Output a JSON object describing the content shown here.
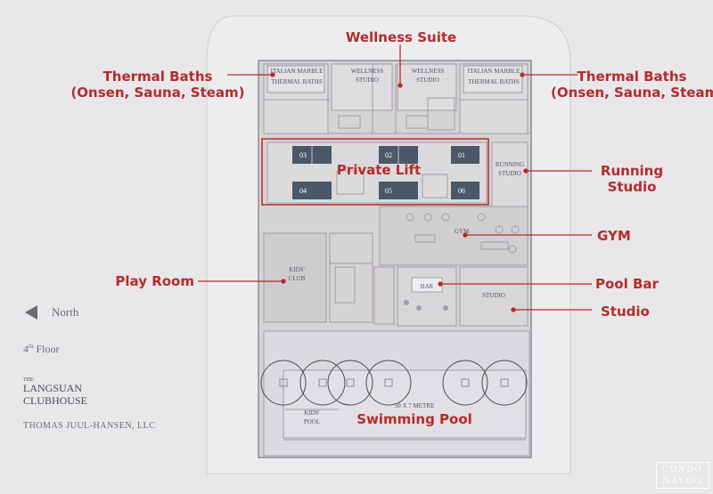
{
  "floor_plan": {
    "room_labels": {
      "thermal_left": [
        "ITALIAN MARBLE",
        "THERMAL BATHS"
      ],
      "thermal_right": [
        "ITALIAN MARBLE",
        "THERMAL BATHS"
      ],
      "wellness_left": [
        "WELLNESS",
        "STUDIO"
      ],
      "wellness_right": [
        "WELLNESS",
        "STUDIO"
      ],
      "lifts": [
        "03",
        "02",
        "01",
        "04",
        "05",
        "06"
      ],
      "running": [
        "RUNNING",
        "STUDIO"
      ],
      "gym": "GYM",
      "kids_club": [
        "KIDS'",
        "CLUB"
      ],
      "bar": "BAR",
      "studio": "STUDIO",
      "kids_pool": [
        "KIDS'",
        "POOL"
      ],
      "pool": "50 X 7 METRE"
    }
  },
  "callouts": {
    "wellness_suite": "Wellness Suite",
    "thermal_left": [
      "Thermal Baths",
      "(Onsen, Sauna, Steam)"
    ],
    "thermal_right": [
      "Thermal Baths",
      "(Onsen, Sauna, Steam)"
    ],
    "private_lift": "Private Lift",
    "running_studio": [
      "Running",
      "Studio"
    ],
    "gym": "GYM",
    "play_room": "Play Room",
    "pool_bar": "Pool Bar",
    "studio": "Studio",
    "swimming_pool": "Swimming Pool"
  },
  "sidebar": {
    "north": "North",
    "floor": "4",
    "floor_sup": "th",
    "floor_word": "Floor",
    "logo_the": "THE",
    "logo_line1": "LANGSUAN",
    "logo_line2": "CLUBHOUSE",
    "architect": "THOMAS JUUL-HANSEN, LLC"
  },
  "watermark": [
    "CONDO",
    "NAYOO"
  ],
  "colors": {
    "background": "#e9e7ea",
    "plan_fill": "#d6d3d6",
    "accent_red": "#b52b2b",
    "text_grey": "#6a6a72",
    "lift_blue": "#4a5868"
  }
}
